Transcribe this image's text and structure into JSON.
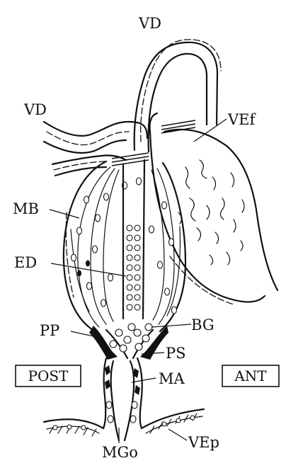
{
  "diagram": {
    "labels": {
      "vd_top": "VD",
      "vd_left": "VD",
      "vef": "VEf",
      "mb": "MB",
      "ed": "ED",
      "pp": "PP",
      "bg": "BG",
      "ps": "PS",
      "ma": "MA",
      "mgo": "MGo",
      "vep": "VEp"
    },
    "orientation": {
      "post": "POST",
      "ant": "ANT"
    }
  }
}
